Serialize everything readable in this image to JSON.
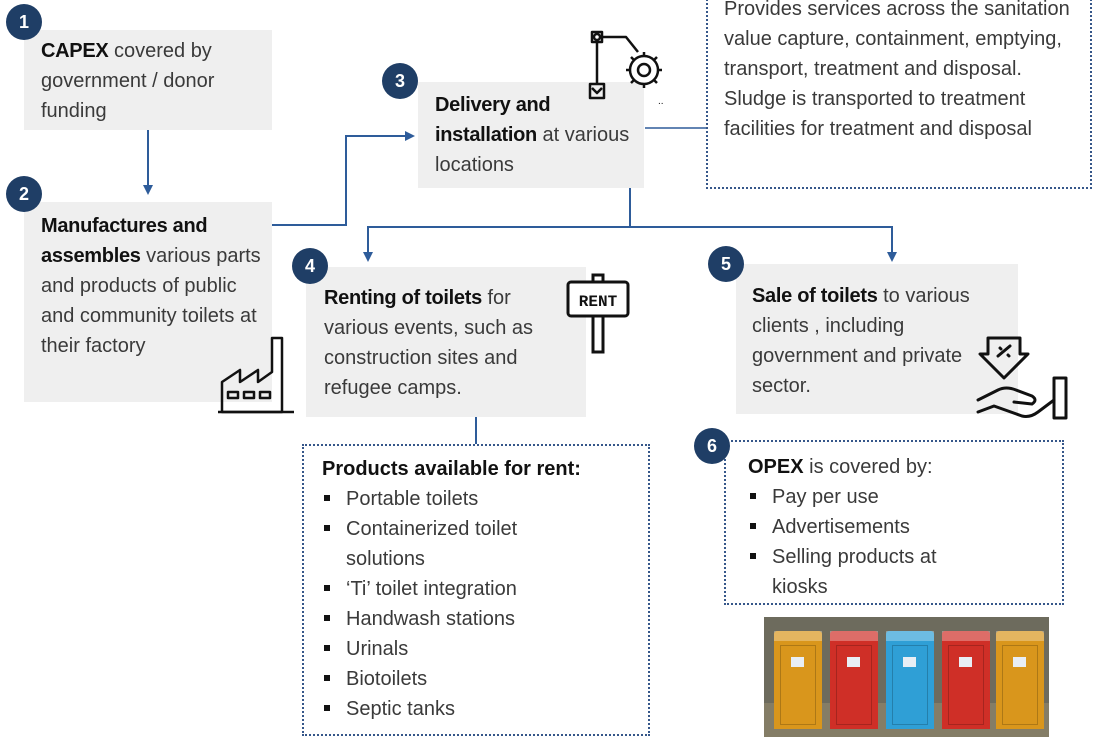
{
  "steps": [
    {
      "num": "1",
      "bold": "CAPEX",
      "text": " covered by government / donor funding"
    },
    {
      "num": "2",
      "bold": "Manufactures and assembles",
      "text": " various parts and products of public and community toilets at their factory"
    },
    {
      "num": "3",
      "bold": "Delivery and installation",
      "text": " at various locations"
    },
    {
      "num": "4",
      "bold": "Renting of toilets",
      "text": " for various events, such as construction sites and refugee camps."
    },
    {
      "num": "5",
      "bold": "Sale of toilets",
      "text": " to various clients , including government and private sector."
    }
  ],
  "services_text": "Provides services across the sanitation value capture, containment, emptying, transport, treatment and disposal. Sludge is transported to treatment facilities for treatment and disposal",
  "rent_products": {
    "heading": "Products available for rent:",
    "items": [
      "Portable toilets",
      "Containerized toilet solutions",
      "‘Ti’ toilet integration",
      "Handwash stations",
      "Urinals",
      "Biotoilets",
      "Septic tanks"
    ]
  },
  "opex": {
    "num": "6",
    "bold": "OPEX",
    "text": " is covered by:",
    "items": [
      "Pay per use",
      "Advertisements",
      "Selling products at kiosks"
    ]
  },
  "rent_sign_text": "RENT",
  "icons": [
    "robot-arm-icon",
    "rent-sign-icon",
    "factory-icon",
    "sale-hand-icon",
    "portable-toilets-photo"
  ],
  "colors": {
    "badge": "#1f3e66",
    "arrow": "#2e5c9a",
    "box_bg": "#efefef",
    "dotted_border": "#36578a"
  },
  "photo_stall_colors": [
    "#d9961c",
    "#cf2f27",
    "#2f9fd6",
    "#cf2f27",
    "#d9961c"
  ]
}
